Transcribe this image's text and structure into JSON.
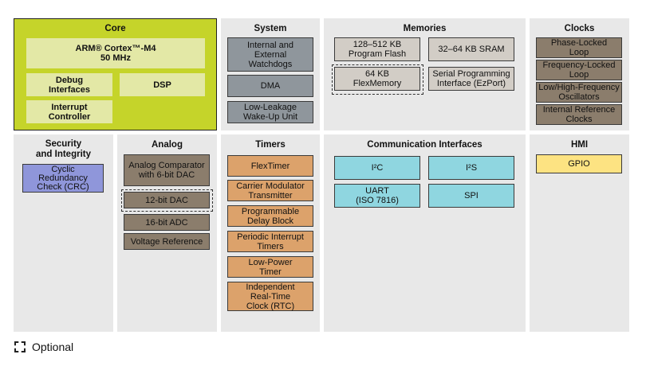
{
  "colors": {
    "panel_bg": "#e8e8e8",
    "core_bg": "#c5d42a",
    "core_block": "#e3e8a6",
    "system": "#8f969c",
    "memories": "#d2cdc6",
    "clocks": "#8b7d6c",
    "analog": "#8b7d6c",
    "timers": "#dca26b",
    "communication": "#8fd6e0",
    "hmi": "#fde382",
    "security": "#8f96da"
  },
  "core": {
    "title": "Core",
    "cpu": "ARM® Cortex™-M4\n50 MHz",
    "debug": "Debug\nInterfaces",
    "dsp": "DSP",
    "interrupt": "Interrupt\nController"
  },
  "system": {
    "title": "System",
    "items": [
      "Internal and\nExternal\nWatchdogs",
      "DMA",
      "Low-Leakage\nWake-Up Unit"
    ]
  },
  "memories": {
    "title": "Memories",
    "flash": "128–512 KB\nProgram Flash",
    "sram": "32–64 KB SRAM",
    "flexmemory": "64 KB\nFlexMemory",
    "ezport": "Serial Programming\nInterface (EzPort)"
  },
  "clocks": {
    "title": "Clocks",
    "items": [
      "Phase-Locked\nLoop",
      "Frequency-Locked\nLoop",
      "Low/High-Frequency\nOscillators",
      "Internal Reference\nClocks"
    ]
  },
  "security": {
    "title": "Security\nand Integrity",
    "items": [
      "Cyclic\nRedundancy\nCheck (CRC)"
    ]
  },
  "analog": {
    "title": "Analog",
    "items": [
      "Analog Comparator\nwith 6-bit DAC",
      "12-bit DAC",
      "16-bit ADC",
      "Voltage Reference"
    ]
  },
  "timers": {
    "title": "Timers",
    "items": [
      "FlexTimer",
      "Carrier Modulator\nTransmitter",
      "Programmable\nDelay Block",
      "Periodic Interrupt\nTimers",
      "Low-Power\nTimer",
      "Independent\nReal-Time\nClock (RTC)"
    ]
  },
  "communication": {
    "title": "Communication Interfaces",
    "i2c": "I²C",
    "i2s": "I²S",
    "uart": "UART\n(ISO 7816)",
    "spi": "SPI"
  },
  "hmi": {
    "title": "HMI",
    "items": [
      "GPIO"
    ]
  },
  "legend": {
    "optional_label": "Optional"
  }
}
